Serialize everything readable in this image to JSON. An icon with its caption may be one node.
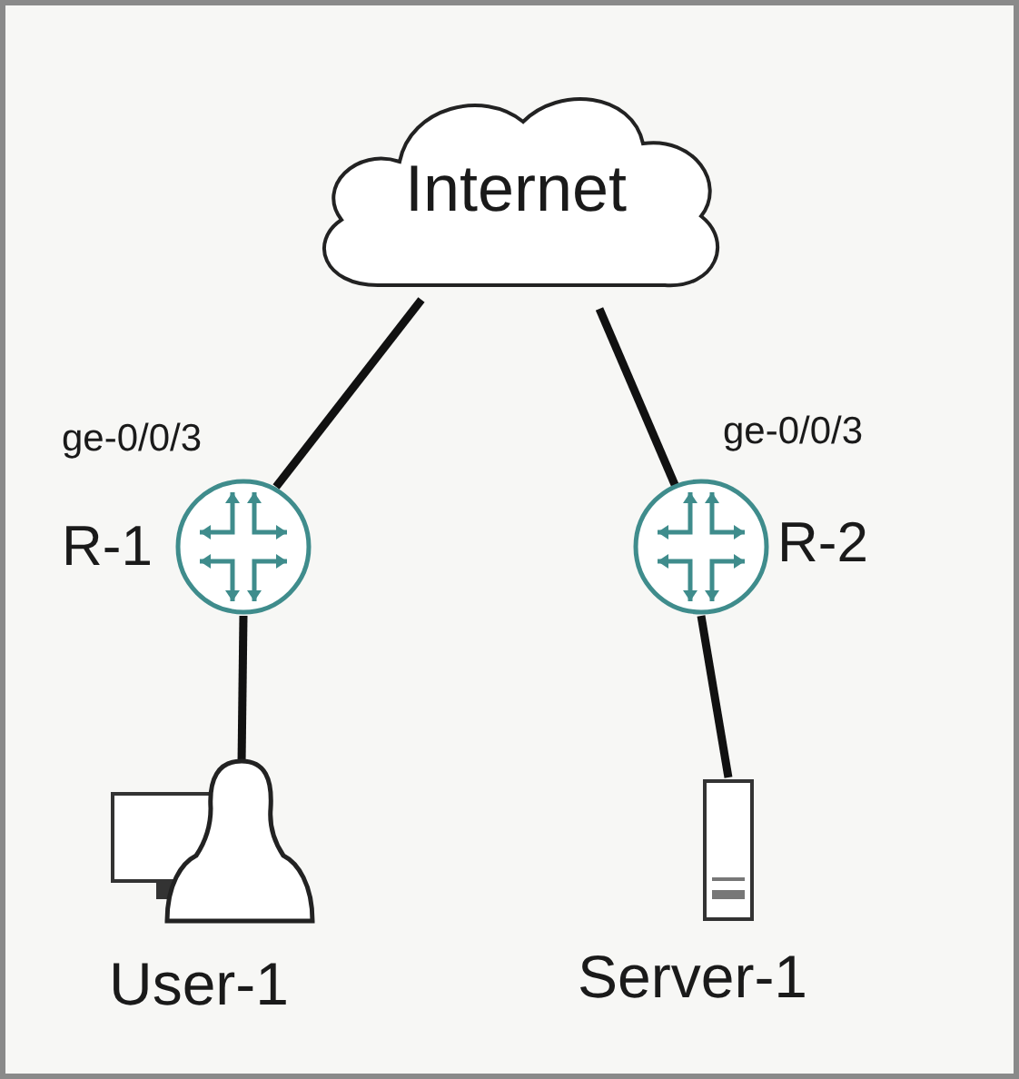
{
  "diagram": {
    "nodes": [
      {
        "text": [
          "Internet"
        ]
      },
      {
        "text": [
          "R-1"
        ],
        "beside": [
          "ge-0/0/3"
        ]
      },
      {
        "text": [
          "R-2"
        ],
        "beside": [
          "ge-0/0/3"
        ]
      },
      {
        "text": [
          "User-1"
        ]
      },
      {
        "text": [
          "Server-1"
        ]
      }
    ],
    "edges": [
      {
        "from": 0,
        "to": 1,
        "arrow": "none"
      },
      {
        "from": 0,
        "to": 2,
        "arrow": "none"
      },
      {
        "from": 1,
        "to": 3,
        "arrow": "none"
      },
      {
        "from": 2,
        "to": 4,
        "arrow": "none"
      }
    ]
  }
}
